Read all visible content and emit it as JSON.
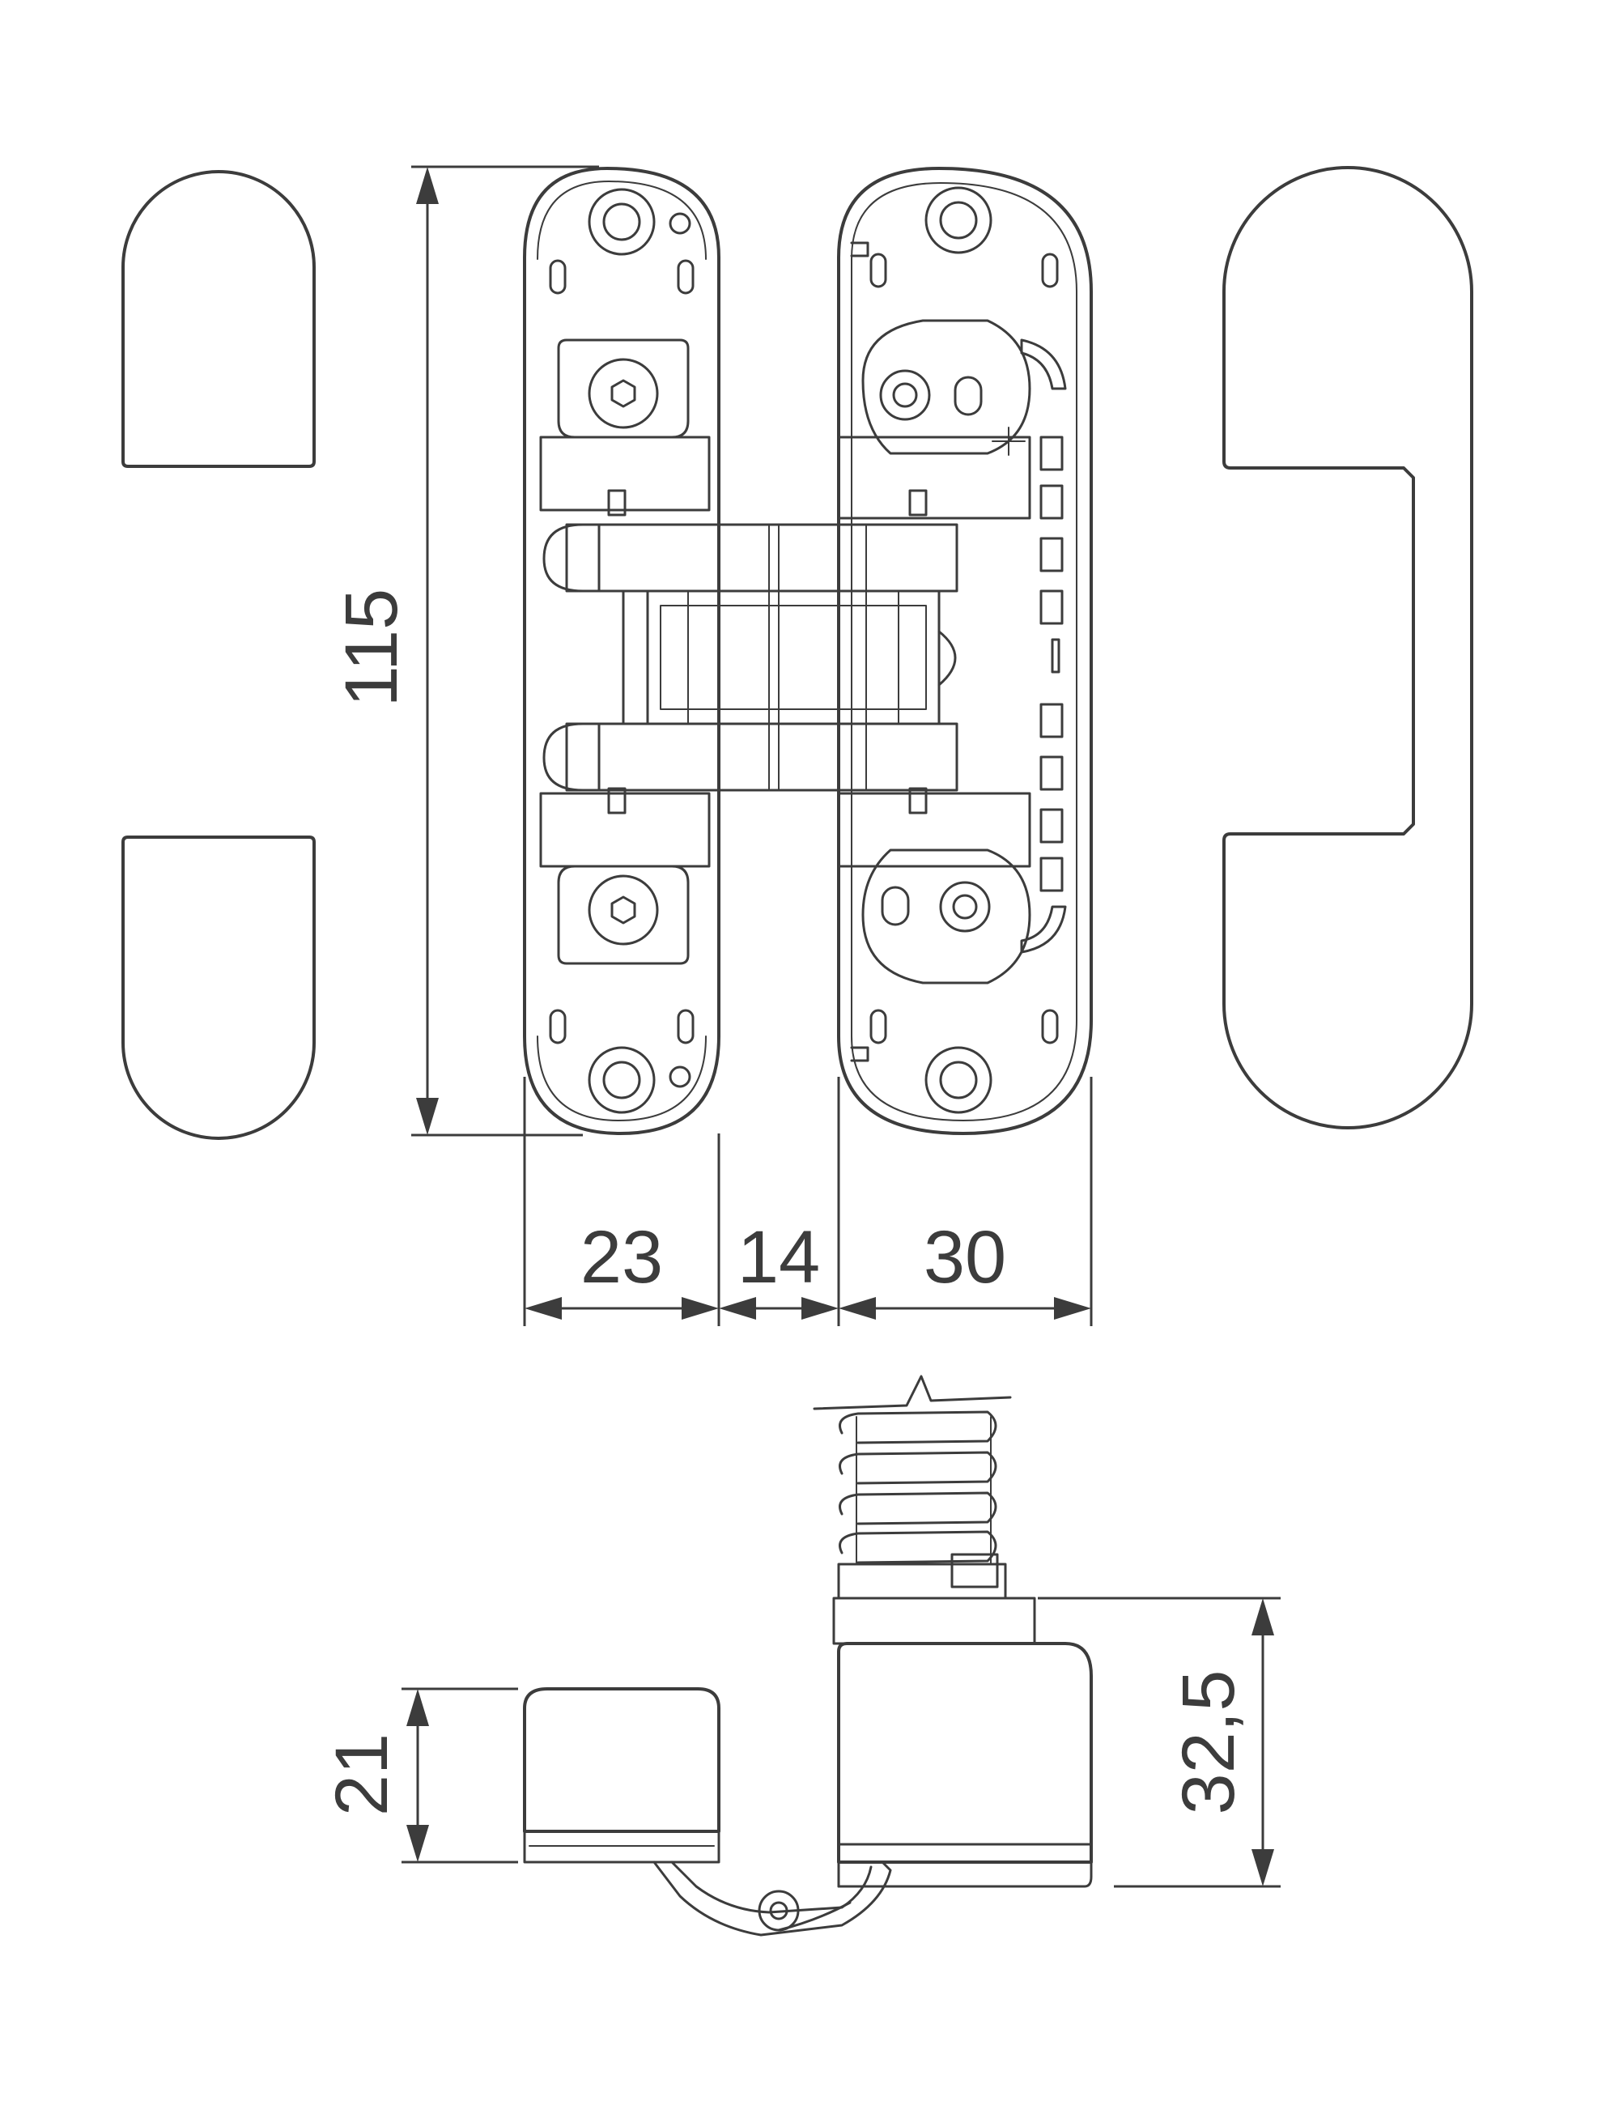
{
  "diagram": {
    "top_view": {
      "height_label": "115",
      "width_labels": [
        "23",
        "14",
        "30"
      ]
    },
    "side_view": {
      "left_height_label": "21",
      "right_height_label": "32,5"
    },
    "colors": {
      "line": "#3c3c3c",
      "background": "#ffffff"
    }
  }
}
